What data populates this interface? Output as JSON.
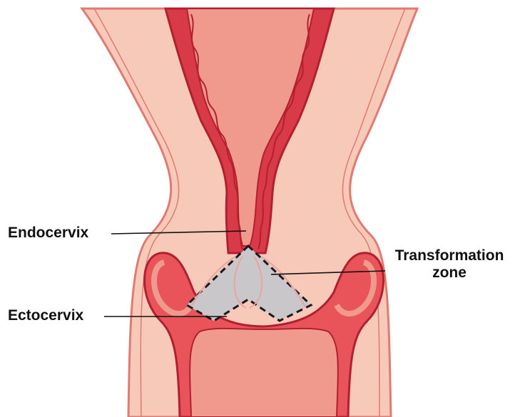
{
  "labels": {
    "endocervix": "Endocervix",
    "ectocervix": "Ectocervix",
    "transformation_zone_line1": "Transformation",
    "transformation_zone_line2": "zone"
  },
  "colors": {
    "outer_wall": "#f6c9b8",
    "outer_stroke": "#e07a72",
    "canal_fill": "#ef9a8c",
    "canal_stroke": "#b2202f",
    "mucosa": "#e8545a",
    "transformation_zone_fill": "#c9c7c9",
    "dashed_outline": "#1a1a1a",
    "leader_line": "#111111"
  }
}
